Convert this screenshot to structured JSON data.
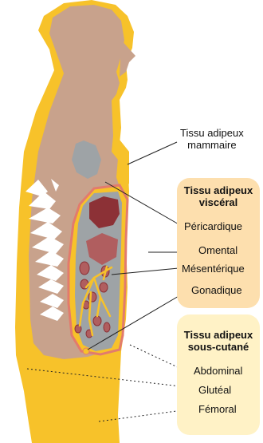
{
  "colors": {
    "skin": "#c8a28c",
    "subcutaneous_fat": "#f7c22a",
    "visceral_fat": "#f7c22a",
    "lung_organ": "#9ea3a6",
    "heart": "#8c3136",
    "liver": "#8c3136",
    "pericardium_line": "#e27b6d",
    "ribs": "#ffffff",
    "visceral_box": "#fddfae",
    "subcutaneous_box": "#fff2c6"
  },
  "labels": {
    "mammary": "Tissu adipeux\nmammaire",
    "visceral_group": "Tissu adipeux\nviscéral",
    "pericardial": "Péricardique",
    "omental": "Omental",
    "mesenteric": "Mésentérique",
    "gonadal": "Gonadique",
    "subcutaneous_group": "Tissu adipeux\nsous-cutané",
    "abdominal": "Abdominal",
    "gluteal": "Glutéal",
    "femoral": "Fémoral"
  }
}
